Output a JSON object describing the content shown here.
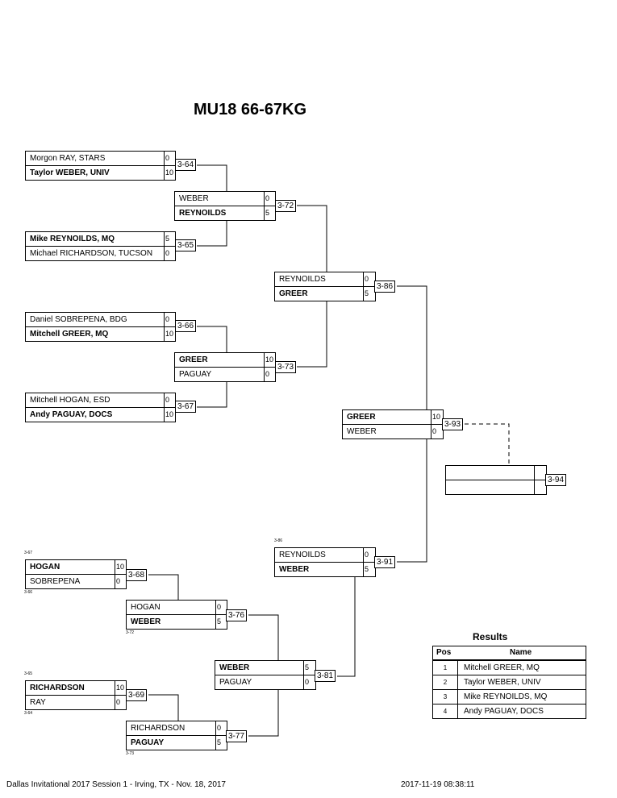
{
  "title": "MU18 66-67KG",
  "matches": {
    "m1": {
      "top_name": "Morgon RAY, STARS",
      "top_score": "0",
      "bot_name": "Taylor WEBER, UNIV",
      "bot_score": "10",
      "winner": "bot",
      "badge": "3-64"
    },
    "m2": {
      "top_name": "Mike REYNOILDS, MQ",
      "top_score": "5",
      "bot_name": "Michael RICHARDSON, TUCSON",
      "bot_score": "0",
      "winner": "top",
      "badge": "3-65"
    },
    "m3": {
      "top_name": "Daniel SOBREPENA, BDG",
      "top_score": "0",
      "bot_name": "Mitchell GREER, MQ",
      "bot_score": "10",
      "winner": "bot",
      "badge": "3-66"
    },
    "m4": {
      "top_name": "Mitchell HOGAN, ESD",
      "top_score": "0",
      "bot_name": "Andy PAGUAY, DOCS",
      "bot_score": "10",
      "winner": "bot",
      "badge": "3-67"
    },
    "m5": {
      "top_name": "WEBER",
      "top_score": "0",
      "bot_name": "REYNOILDS",
      "bot_score": "5",
      "winner": "bot",
      "badge": "3-72"
    },
    "m6": {
      "top_name": "GREER",
      "top_score": "10",
      "bot_name": "PAGUAY",
      "bot_score": "0",
      "winner": "top",
      "badge": "3-73"
    },
    "m7": {
      "top_name": "REYNOILDS",
      "top_score": "0",
      "bot_name": "GREER",
      "bot_score": "5",
      "winner": "bot",
      "badge": "3-86"
    },
    "m8": {
      "top_name": "GREER",
      "top_score": "10",
      "bot_name": "WEBER",
      "bot_score": "0",
      "winner": "top",
      "badge": "3-93"
    },
    "m9": {
      "top_name": "",
      "top_score": "",
      "bot_name": "",
      "bot_score": "",
      "winner": "",
      "badge": "3-94"
    },
    "m10": {
      "top_name": "HOGAN",
      "top_score": "10",
      "bot_name": "SOBREPENA",
      "bot_score": "0",
      "winner": "top",
      "badge": "3-68"
    },
    "m11": {
      "top_name": "HOGAN",
      "top_score": "0",
      "bot_name": "WEBER",
      "bot_score": "5",
      "winner": "bot",
      "badge": "3-76"
    },
    "m12": {
      "top_name": "RICHARDSON",
      "top_score": "10",
      "bot_name": "RAY",
      "bot_score": "0",
      "winner": "top",
      "badge": "3-69"
    },
    "m13": {
      "top_name": "RICHARDSON",
      "top_score": "0",
      "bot_name": "PAGUAY",
      "bot_score": "5",
      "winner": "bot",
      "badge": "3-77"
    },
    "m14": {
      "top_name": "WEBER",
      "top_score": "5",
      "bot_name": "PAGUAY",
      "bot_score": "0",
      "winner": "top",
      "badge": "3-81"
    },
    "m15": {
      "top_name": "REYNOILDS",
      "top_score": "0",
      "bot_name": "WEBER",
      "bot_score": "5",
      "winner": "bot",
      "badge": "3-91"
    }
  },
  "refs": {
    "r10a": "3-67",
    "r10b": "3-66",
    "r11": "3-72",
    "r12a": "3-65",
    "r12b": "3-64",
    "r13": "3-73",
    "r15": "3-86"
  },
  "results": {
    "title": "Results",
    "header_pos": "Pos",
    "header_name": "Name",
    "rows": [
      {
        "pos": "1",
        "name": "Mitchell GREER, MQ"
      },
      {
        "pos": "2",
        "name": "Taylor WEBER, UNIV"
      },
      {
        "pos": "3",
        "name": "Mike REYNOILDS, MQ"
      },
      {
        "pos": "4",
        "name": "Andy PAGUAY, DOCS"
      }
    ]
  },
  "footer": {
    "event": "Dallas Invitational 2017 Session 1 - Irving, TX - Nov. 18, 2017",
    "timestamp": "2017-11-19 08:38:11"
  }
}
